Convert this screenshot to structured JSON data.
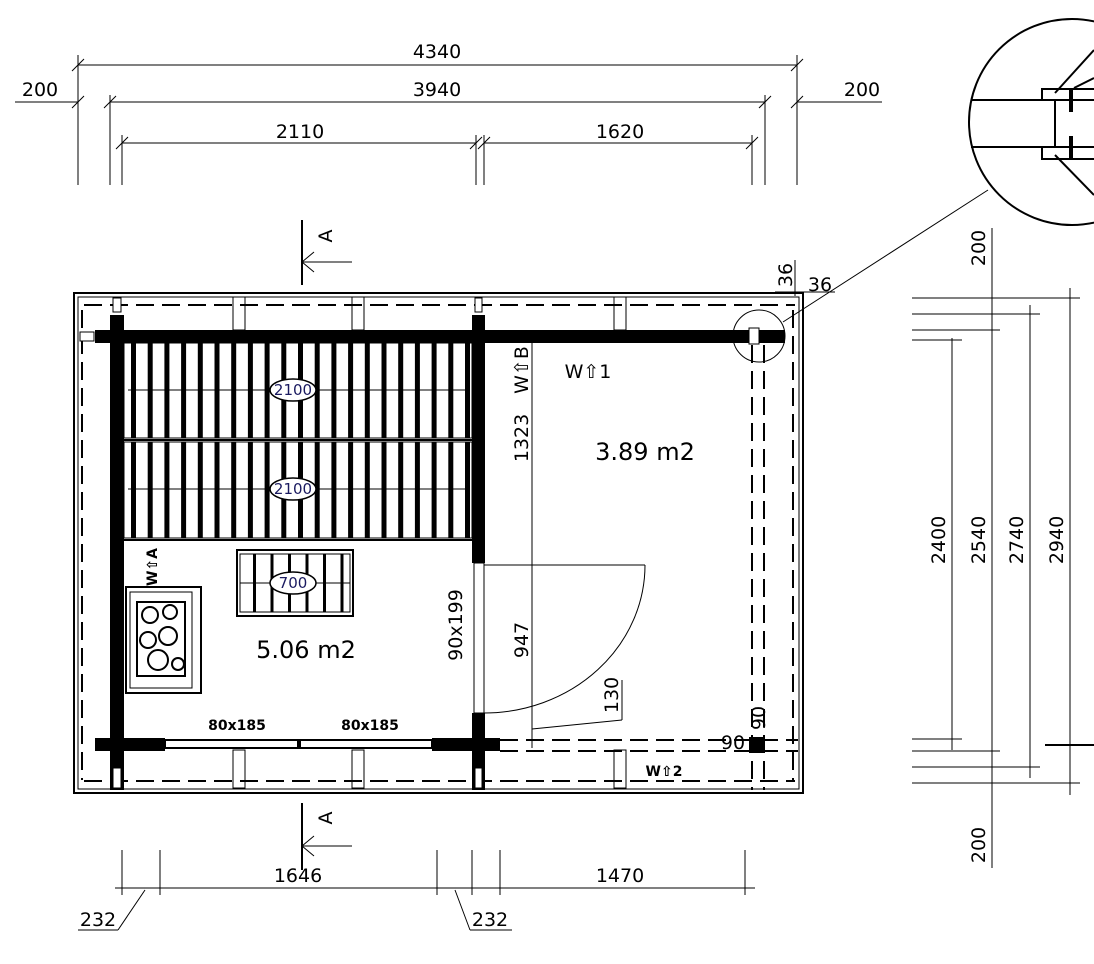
{
  "title": "Sauna floor plan",
  "top_dimensions": {
    "overall": "4340",
    "inner": "3940",
    "left_overhang": "200",
    "right_overhang": "200",
    "sauna_room": "2110",
    "dressing_room": "1620"
  },
  "bottom_dimensions": {
    "sauna_room": "1646",
    "dressing_room": "1470",
    "left_offset": "232",
    "right_offset": "232"
  },
  "right_dimensions": {
    "d1": "2400",
    "d2": "2540",
    "d3": "2740",
    "d4": "2940",
    "top_overhang": "200",
    "bottom_overhang": "200"
  },
  "section_marker": "A",
  "rooms": {
    "sauna_area": "5.06 m2",
    "dressing_area": "3.89 m2"
  },
  "benches": {
    "upper": "2100",
    "lower": "2100",
    "small": "700"
  },
  "openings": {
    "window_left": "80x185",
    "window_right": "80x185",
    "inner_door": "90x199"
  },
  "annotations": {
    "door_offset": "1323",
    "door_to_wall": "947",
    "swing": "130",
    "post_w": "90",
    "post_h": "90",
    "corner_a": "36",
    "corner_b": "36"
  },
  "wall_labels": {
    "w1": "W⇧1",
    "w2": "W⇧2",
    "wa": "W⇧A",
    "wb": "W⇧B"
  }
}
